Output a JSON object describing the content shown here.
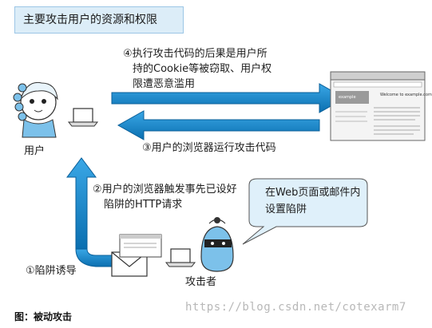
{
  "title": "主要攻击用户的资源和权限",
  "steps": {
    "step4_line1": "④执行攻击代码的后果是用户所",
    "step4_line2": "持的Cookie等被窃取、用户权",
    "step4_line3": "限遭恶意滥用",
    "step3": "③用户的浏览器运行攻击代码",
    "step2_line1": "②用户的浏览器触发事先已设好",
    "step2_line2": "陷阱的HTTP请求",
    "step1": "①陷阱诱导"
  },
  "actors": {
    "user": "用户",
    "attacker": "攻击者"
  },
  "callout": {
    "line1": "在Web页面或邮件内",
    "line2": "设置陷阱"
  },
  "browser": {
    "heading": "Welcome to example.com",
    "logo": "example"
  },
  "figure_caption": "图：被动攻击",
  "watermark": "https://blog.csdn.net/cotexarm7",
  "colors": {
    "arrow": "#0b84c9",
    "title_bg": "#dcedf8",
    "callout_bg": "#dff0fa"
  }
}
